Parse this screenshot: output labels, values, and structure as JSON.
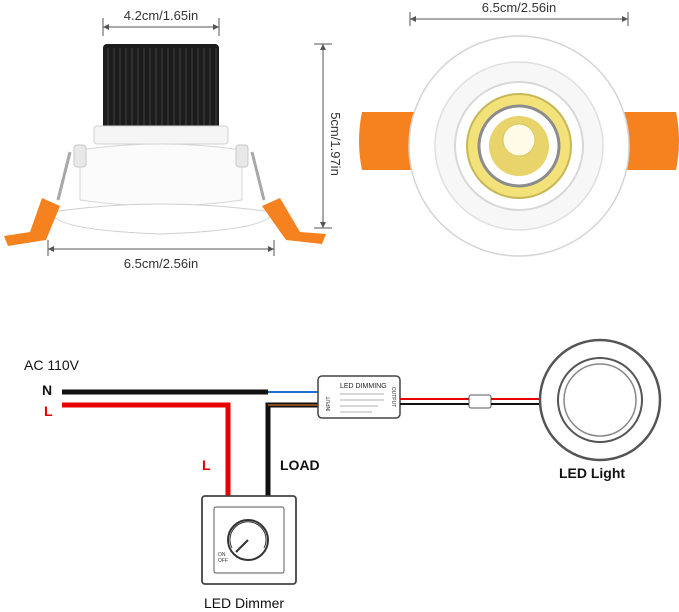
{
  "dimensions": {
    "top_width": "4.2cm/1.65in",
    "bottom_width": "6.5cm/2.56in",
    "height": "5cm/1.97in",
    "front_width": "6.5cm/2.56in"
  },
  "wiring": {
    "supply": "AC 110V",
    "neutral": "N",
    "live": "L",
    "dimmer_live": "L",
    "load": "LOAD",
    "driver_title": "LED DIMMING",
    "driver_input": "INPUT",
    "driver_output": "OUTPUT",
    "light_label": "LED Light",
    "dimmer_label": "LED Dimmer"
  },
  "colors": {
    "heatsink": "#1c1c1c",
    "clip": "#f5821f",
    "wire_live": "#e60000",
    "wire_neutral": "#111111",
    "wire_blue": "#1f6fd1",
    "wire_brown": "#8b4a1c",
    "led_glow": "#f3e27a"
  }
}
